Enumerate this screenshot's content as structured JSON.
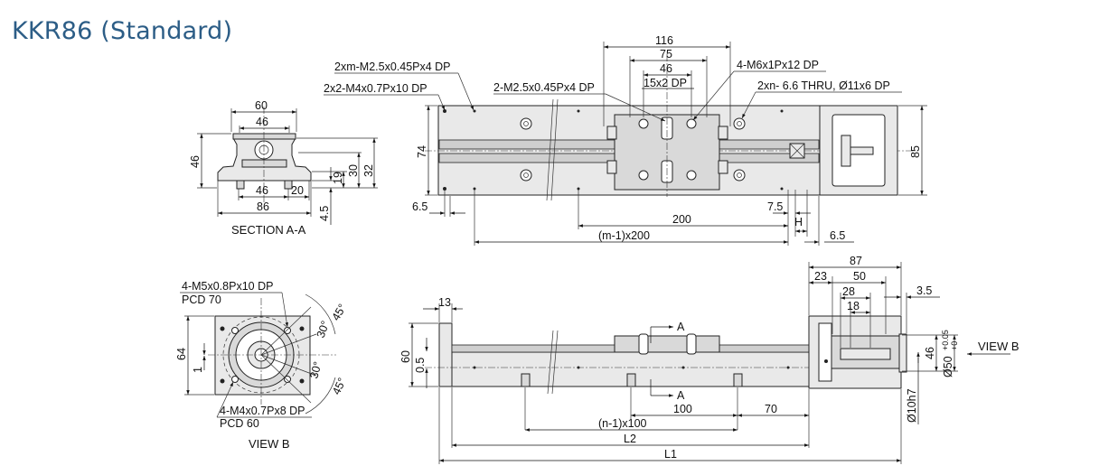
{
  "title": "KKR86 (Standard)",
  "callouts": {
    "tap_m": "2xm-M2.5x0.45Px4 DP",
    "tap_2x2": "2x2-M4x0.7Px10 DP",
    "tap_2": "2-M2.5x0.45Px4 DP",
    "tap_4": "4-M6x1Px12 DP",
    "thru": "2xn- 6.6 THRU, Ø11x6 DP",
    "viewb_tap1": "4-M5x0.8Px10 DP",
    "viewb_pcd1": "PCD 70",
    "viewb_tap2": "4-M4x0.7Px8 DP",
    "viewb_pcd2": "PCD 60"
  },
  "labels": {
    "section_aa": "SECTION A-A",
    "view_b_caption": "VIEW B",
    "view_b_arrow": "VIEW B",
    "a_top": "A",
    "a_bottom": "A"
  },
  "dims_section": {
    "d60": "60",
    "d46a": "46",
    "d46h": "46",
    "d46b": "46",
    "d20": "20",
    "d86": "86",
    "d19": "19",
    "d30": "30",
    "d32": "32",
    "d4_5": "4.5"
  },
  "dims_top": {
    "d116": "116",
    "d75": "75",
    "d46": "46",
    "d15x2": "15x2 DP",
    "d74": "74",
    "d85": "85",
    "d6_5a": "6.5",
    "d200": "200",
    "d7_5": "7.5",
    "dH": "H",
    "dm1x200": "(m-1)x200",
    "d6_5b": "6.5"
  },
  "dims_viewb": {
    "d64": "64",
    "d1": "1",
    "d30a": "30°",
    "d45a": "45°",
    "d30b": "30°",
    "d45b": "45°"
  },
  "dims_side": {
    "d13": "13",
    "d60": "60",
    "d0_5": "0.5",
    "d87": "87",
    "d23": "23",
    "d50": "50",
    "d28": "28",
    "d18": "18",
    "d3_5": "3.5",
    "d46": "46",
    "d50h7": "Ø50",
    "d50tol_up": "+0.05",
    "d50tol_dn": "+0",
    "d10h7": "Ø10h7",
    "d100": "100",
    "d70": "70",
    "dn1x100": "(n-1)x100",
    "dL2": "L2",
    "dL1": "L1"
  }
}
